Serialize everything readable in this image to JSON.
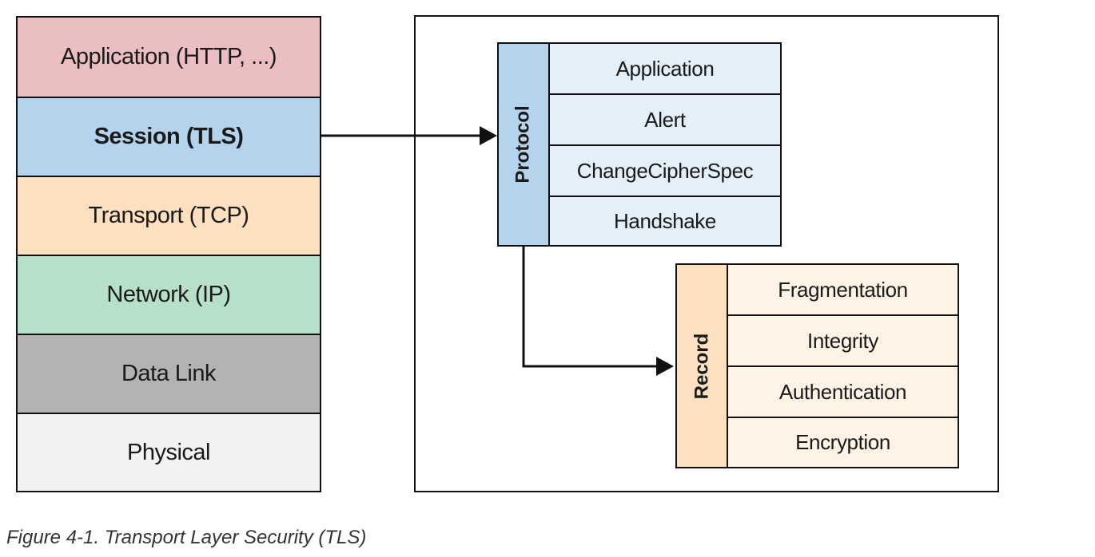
{
  "stack": {
    "layers": [
      {
        "label": "Application (HTTP, ...)",
        "color": "#ebbec2"
      },
      {
        "label": "Session (TLS)",
        "color": "#b3d4ec"
      },
      {
        "label": "Transport (TCP)",
        "color": "#fde0c0"
      },
      {
        "label": "Network (IP)",
        "color": "#b6e0c8"
      },
      {
        "label": "Data Link",
        "color": "#b3b3b3"
      },
      {
        "label": "Physical",
        "color": "#f2f2f2"
      }
    ]
  },
  "protocol": {
    "title": "Protocol",
    "side_color": "#b3d4ec",
    "cell_color": "#e3eff9",
    "items": [
      "Application",
      "Alert",
      "ChangeCipherSpec",
      "Handshake"
    ]
  },
  "record": {
    "title": "Record",
    "side_color": "#fde0c0",
    "cell_color": "#fef3e4",
    "items": [
      "Fragmentation",
      "Integrity",
      "Authentication",
      "Encryption"
    ]
  },
  "caption": "Figure 4-1. Transport Layer Security (TLS)"
}
